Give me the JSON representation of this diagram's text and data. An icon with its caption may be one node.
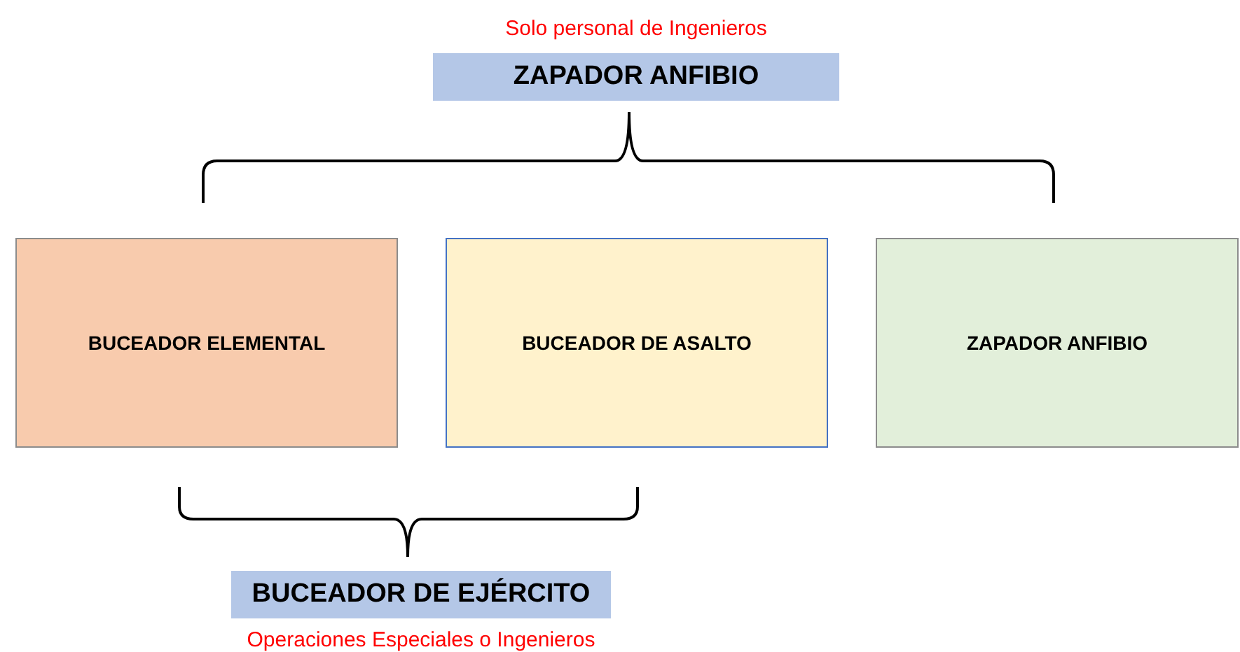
{
  "diagram": {
    "nodes": [
      {
        "text": [
          "ZAPADOR ANFIBIO"
        ],
        "beside": [
          "Solo personal de Ingenieros"
        ]
      },
      {
        "text": [
          "BUCEADOR ELEMENTAL"
        ]
      },
      {
        "text": [
          "BUCEADOR DE ASALTO"
        ]
      },
      {
        "text": [
          "ZAPADOR ANFIBIO"
        ]
      },
      {
        "text": [
          "BUCEADOR DE EJÉRCITO"
        ],
        "beside": [
          "Operaciones Especiales o Ingenieros"
        ]
      }
    ],
    "edges": []
  }
}
